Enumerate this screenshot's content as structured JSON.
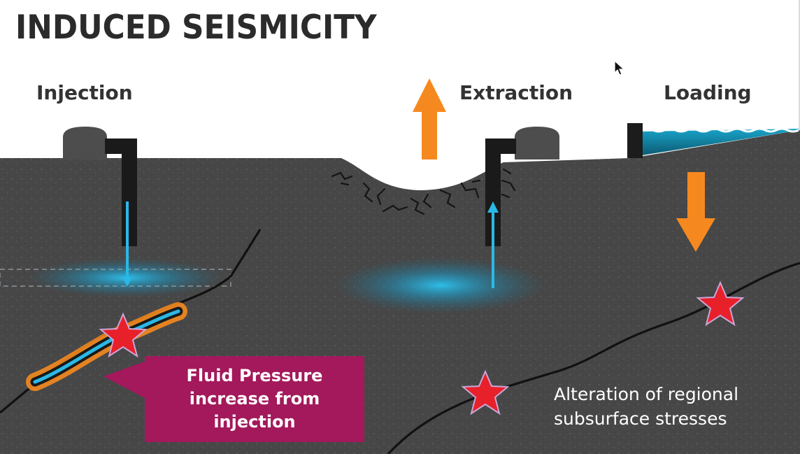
{
  "title": "INDUCED SEISMICITY",
  "labels": {
    "injection": "Injection",
    "extraction": "Extraction",
    "loading": "Loading"
  },
  "callout": {
    "lines": [
      "Fluid Pressure",
      "increase from",
      "injection"
    ]
  },
  "stress_note": {
    "lines": [
      "Alteration of regional",
      "subsurface stresses"
    ]
  },
  "colors": {
    "ground": "#474747",
    "fault": "#111111",
    "fluid": "#2bb8e6",
    "arrow": "#f5891f",
    "callout": "#a3195b",
    "star": "#e8202a",
    "water": "#0f6e8c"
  },
  "icons": [
    "cursor-icon",
    "star-icon",
    "arrow-up-icon",
    "arrow-down-icon"
  ]
}
